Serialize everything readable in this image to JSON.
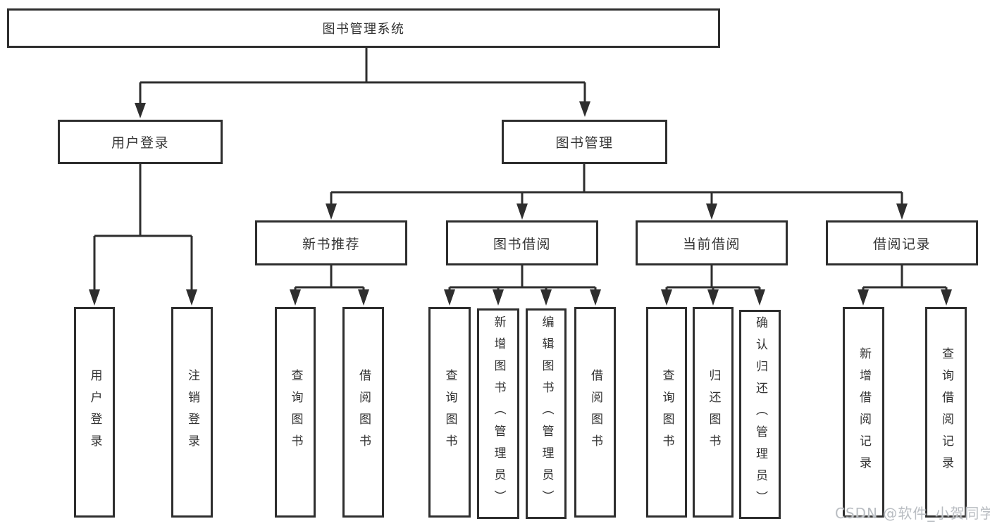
{
  "diagram": {
    "root": "图书管理系统",
    "level2": {
      "user_login": "用户登录",
      "book_management": "图书管理"
    },
    "level3": {
      "new_books": "新书推荐",
      "book_borrow": "图书借阅",
      "current_borrow": "当前借阅",
      "borrow_records": "借阅记录"
    },
    "leaves": {
      "user_login_children": [
        "用户登录",
        "注销登录"
      ],
      "new_books_children": [
        "查询图书",
        "借阅图书"
      ],
      "book_borrow_children": [
        "查询图书",
        "新增图书（管理员）",
        "编辑图书（管理员）",
        "借阅图书"
      ],
      "current_borrow_children": [
        "查询图书",
        "归还图书",
        "确认归还（管理员）"
      ],
      "borrow_records_children": [
        "新增借阅记录",
        "查询借阅记录"
      ]
    },
    "watermark": "CSDN @软件_小贺同学",
    "colors": {
      "line": "#2e2e2e",
      "box_border": "#2e2e2e",
      "background": "#ffffff",
      "watermark_text": "#b9bdc2"
    }
  }
}
